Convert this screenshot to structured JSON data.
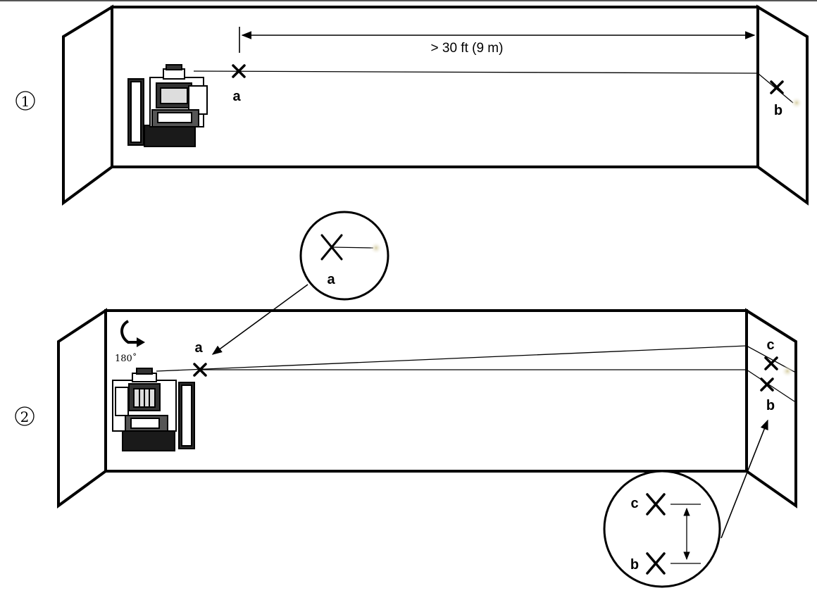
{
  "step1": {
    "number": "1",
    "distance": "> 30 ft (9 m)",
    "mark_a": "a",
    "mark_b": "b"
  },
  "step2": {
    "number": "2",
    "rotation": "180˚",
    "mark_a": "a",
    "mark_b": "b",
    "mark_c": "c",
    "zoom_a_label": "a",
    "zoom_c_label": "c",
    "zoom_b_label": "b"
  },
  "colors": {
    "line": "#000000",
    "background": "#ffffff",
    "laser_glow": "#e8e2c8"
  }
}
